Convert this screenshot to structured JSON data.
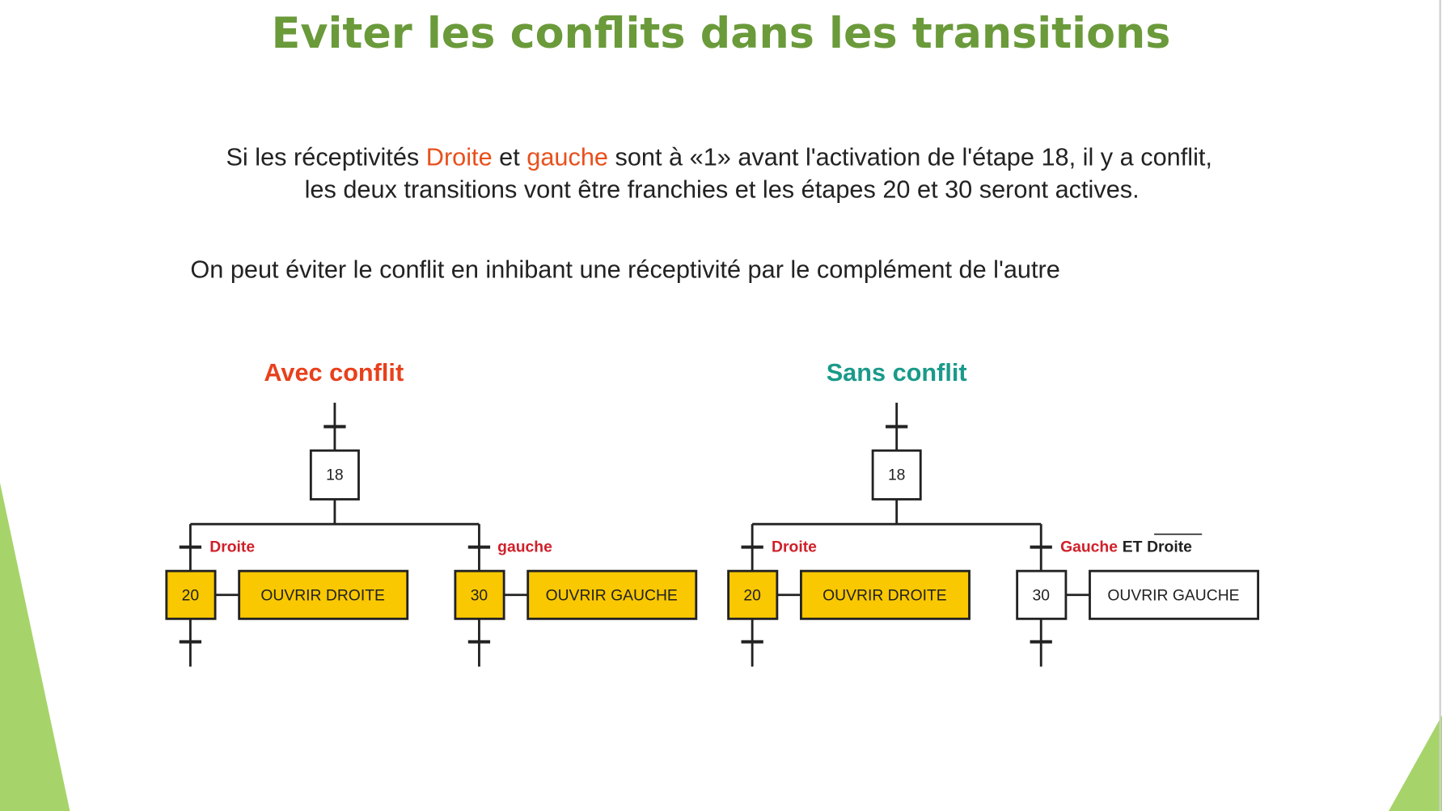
{
  "title": "Eviter les conflits dans les transitions",
  "paragraph1": {
    "line1_a": "Si les réceptivités ",
    "line1_droite": "Droite",
    "line1_b": " et ",
    "line1_gauche": "gauche",
    "line1_c": " sont à «1» avant l'activation de l'étape 18, il y a conflit,",
    "line2": "les deux transitions vont être franchies et les étapes 20 et 30 seront actives."
  },
  "paragraph2": "On peut éviter le conflit en inhibant une réceptivité par le complément de l'autre",
  "colors": {
    "title": "#6a9a3a",
    "highlight": "#e8501c",
    "avec": "#e8401c",
    "sans": "#1a9a8a",
    "receptivity": "#d0202a",
    "active": "#f9c800",
    "deco": "#a6d46a"
  },
  "left": {
    "heading": "Avec conflit",
    "step_top": "18",
    "branch_left": {
      "receptivity": "Droite",
      "step": "20",
      "action": "OUVRIR DROITE",
      "active": true
    },
    "branch_right": {
      "receptivity": "gauche",
      "step": "30",
      "action": "OUVRIR GAUCHE",
      "active": true
    }
  },
  "right": {
    "heading": "Sans conflit",
    "step_top": "18",
    "branch_left": {
      "receptivity": "Droite",
      "step": "20",
      "action": "OUVRIR DROITE",
      "active": true
    },
    "branch_right": {
      "receptivity_a": "Gauche",
      "receptivity_op": "ET",
      "receptivity_b": "Droite",
      "step": "30",
      "action": "OUVRIR GAUCHE",
      "active": false
    }
  }
}
